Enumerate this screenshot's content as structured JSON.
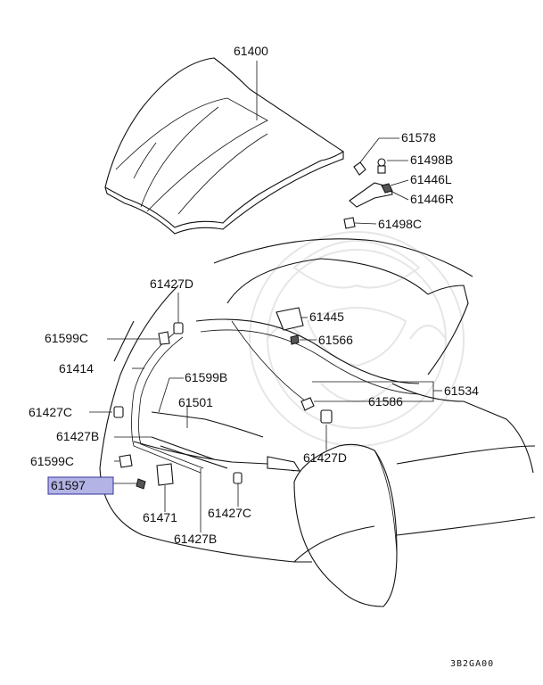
{
  "diagram": {
    "callouts": [
      {
        "id": "61400",
        "label": "61400"
      },
      {
        "id": "61578",
        "label": "61578"
      },
      {
        "id": "61498B",
        "label": "61498B"
      },
      {
        "id": "61446L",
        "label": "61446L"
      },
      {
        "id": "61446R",
        "label": "61446R"
      },
      {
        "id": "61498C",
        "label": "61498C"
      },
      {
        "id": "61427D_top",
        "label": "61427D"
      },
      {
        "id": "61445",
        "label": "61445"
      },
      {
        "id": "61599C_top",
        "label": "61599C"
      },
      {
        "id": "61566",
        "label": "61566"
      },
      {
        "id": "61414",
        "label": "61414"
      },
      {
        "id": "61599B",
        "label": "61599B"
      },
      {
        "id": "61534",
        "label": "61534"
      },
      {
        "id": "61501",
        "label": "61501"
      },
      {
        "id": "61586",
        "label": "61586"
      },
      {
        "id": "61427C_left",
        "label": "61427C"
      },
      {
        "id": "61427B_left",
        "label": "61427B"
      },
      {
        "id": "61427D_right",
        "label": "61427D"
      },
      {
        "id": "61599C_bottom",
        "label": "61599C"
      },
      {
        "id": "61597",
        "label": "61597",
        "highlighted": true
      },
      {
        "id": "61427C_bottom",
        "label": "61427C"
      },
      {
        "id": "61471",
        "label": "61471"
      },
      {
        "id": "61427B_bottom",
        "label": "61427B"
      }
    ],
    "drawing_code": "3B2GA00",
    "highlight_color": "#b3b3e6"
  }
}
